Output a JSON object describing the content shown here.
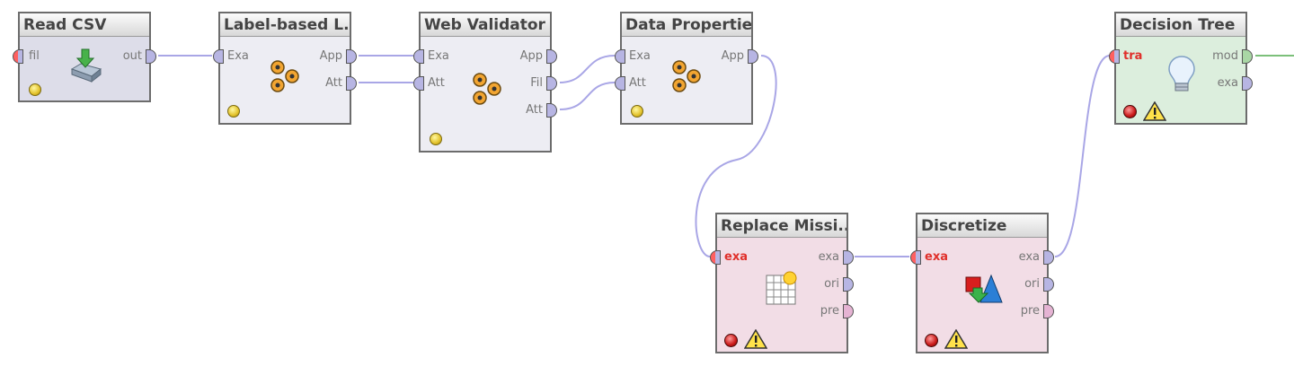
{
  "operators": {
    "read_csv": {
      "title": "Read CSV",
      "ports": {
        "in": [
          "fil"
        ],
        "out": [
          "out"
        ]
      }
    },
    "label_based": {
      "title": "Label-based L...",
      "ports": {
        "in": [
          "Exa"
        ],
        "out": [
          "App",
          "Att"
        ]
      }
    },
    "web_validator": {
      "title": "Web Validator",
      "ports": {
        "in": [
          "Exa",
          "Att"
        ],
        "out": [
          "App",
          "Fil",
          "Att"
        ]
      }
    },
    "data_properties": {
      "title": "Data Properties",
      "ports": {
        "in": [
          "Exa",
          "Att"
        ],
        "out": [
          "App"
        ]
      }
    },
    "replace_missing": {
      "title": "Replace Missi...",
      "ports": {
        "in": [
          "exa"
        ],
        "out": [
          "exa",
          "ori",
          "pre"
        ]
      }
    },
    "discretize": {
      "title": "Discretize",
      "ports": {
        "in": [
          "exa"
        ],
        "out": [
          "exa",
          "ori",
          "pre"
        ]
      }
    },
    "decision_tree": {
      "title": "Decision Tree",
      "ports": {
        "in": [
          "tra"
        ],
        "out": [
          "mod",
          "exa"
        ]
      }
    }
  },
  "colors": {
    "wire": "#a9a6e6",
    "wire_green": "#7cc07a",
    "required_port_label": "#e0302b"
  },
  "icons": {
    "read_csv": "import-arrow-icon",
    "generic_operator": "gears-icon",
    "replace_missing": "grid-table-icon",
    "discretize": "shapes-icon",
    "decision_tree": "lightbulb-icon"
  }
}
